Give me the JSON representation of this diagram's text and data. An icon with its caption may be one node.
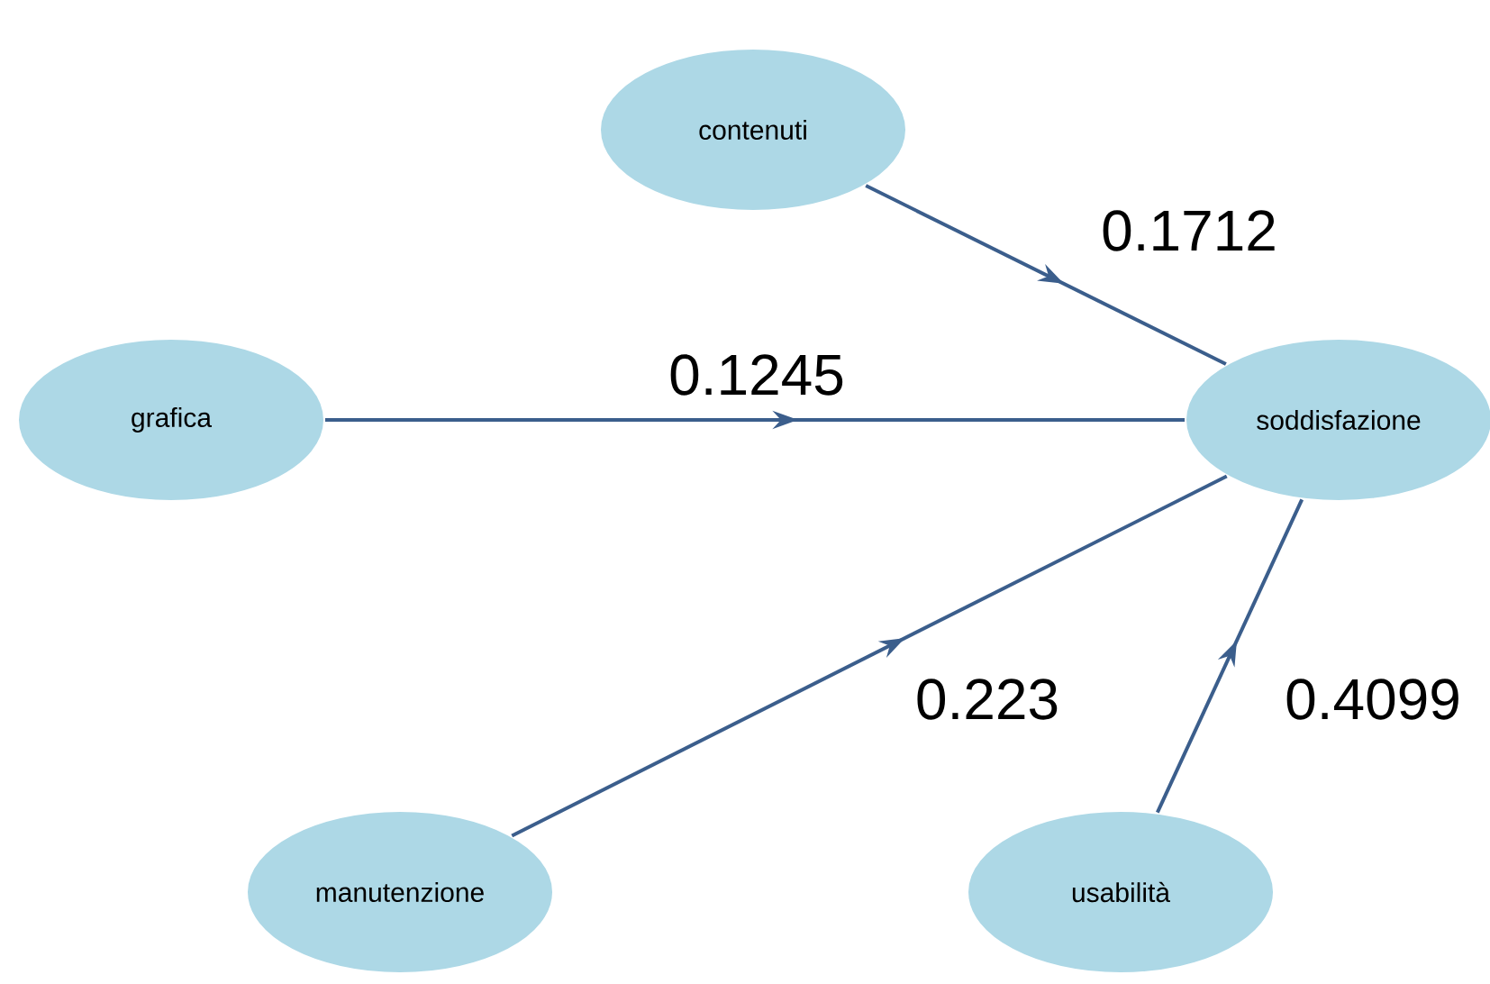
{
  "diagram": {
    "nodes": [
      {
        "text": [
          "contenuti"
        ]
      },
      {
        "text": [
          "grafica"
        ]
      },
      {
        "text": [
          "soddisfazione"
        ]
      },
      {
        "text": [
          "manutenzione"
        ]
      },
      {
        "text": [
          "usabilità"
        ]
      }
    ],
    "edges": [
      {
        "from": 0,
        "to": 2,
        "arrow": "to",
        "label": "0.1712"
      },
      {
        "from": 1,
        "to": 2,
        "arrow": "to",
        "label": "0.1245"
      },
      {
        "from": 3,
        "to": 2,
        "arrow": "to",
        "label": "0.223"
      },
      {
        "from": 4,
        "to": 2,
        "arrow": "to",
        "label": "0.4099"
      }
    ]
  }
}
